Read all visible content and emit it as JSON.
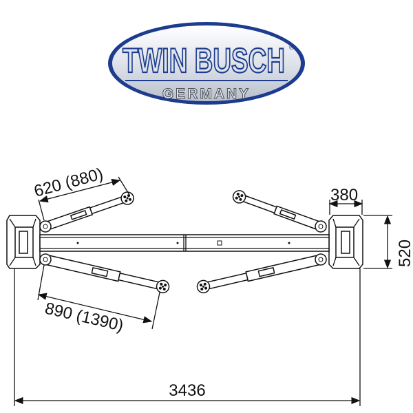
{
  "logo": {
    "brand": "TWIN BUSCH",
    "registered": "®",
    "country": "GERMANY",
    "colors": {
      "border": "#1d3c8f",
      "fill": "#e4e7ee"
    }
  },
  "dimensions": {
    "upper_arm_reach": "620 (880)",
    "lower_arm_reach": "890 (1390)",
    "column_width": "380",
    "column_depth": "520",
    "overall_width": "3436"
  }
}
